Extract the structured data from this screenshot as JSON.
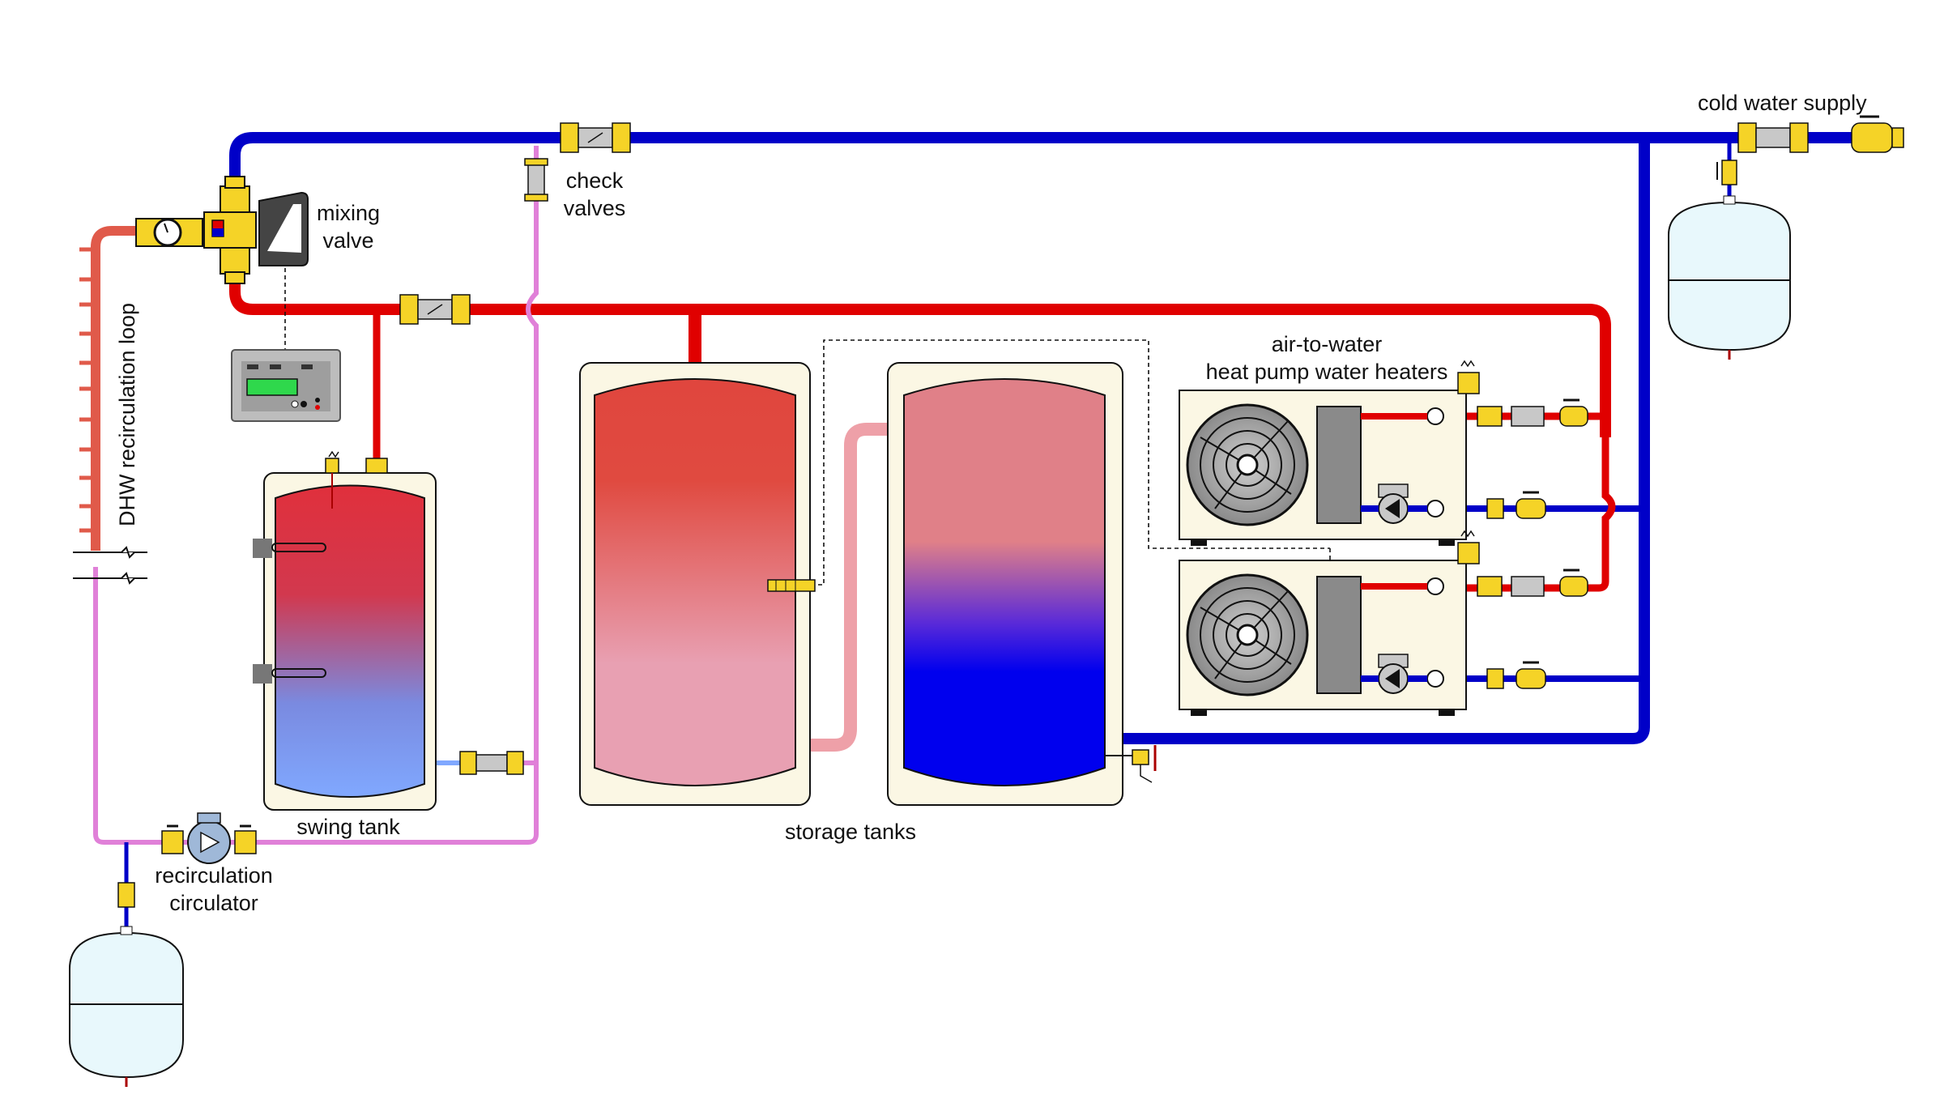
{
  "labels": {
    "cold_water_supply": "cold water supply",
    "check_valves_line1": "check",
    "check_valves_line2": "valves",
    "mixing_valve_line1": "mixing",
    "mixing_valve_line2": "valve",
    "dhw_loop": "DHW recirculation loop",
    "air_to_water_line1": "air-to-water",
    "air_to_water_line2": "heat pump water heaters",
    "swing_tank": "swing tank",
    "storage_tanks": "storage tanks",
    "recirc_circulator_line1": "recirculation",
    "recirc_circulator_line2": "circulator"
  },
  "colors": {
    "hot_pipe": "#e00000",
    "cold_pipe": "#0000c8",
    "recirc_pipe": "#e080d8",
    "dhw_loop_pipe": "#e05a4a",
    "storage_transfer_pipe": "#eea0a8",
    "tank_jacket": "#fbf7e4",
    "expansion_tank": "#e8f8fc",
    "fitting_brass": "#f5d327",
    "valve_gray": "#c8c8c8",
    "heat_pump_cabinet": "#fbf7e4",
    "heat_pump_panel": "#8a8a8a"
  },
  "icons": [
    "mixing-valve-icon",
    "controller-icon",
    "check-valve-icon",
    "ball-valve-icon",
    "circulator-pump-icon",
    "fan-icon",
    "expansion-tank-icon",
    "relief-valve-icon",
    "sensor-well-icon",
    "electric-element-icon",
    "temperature-gauge-icon"
  ]
}
